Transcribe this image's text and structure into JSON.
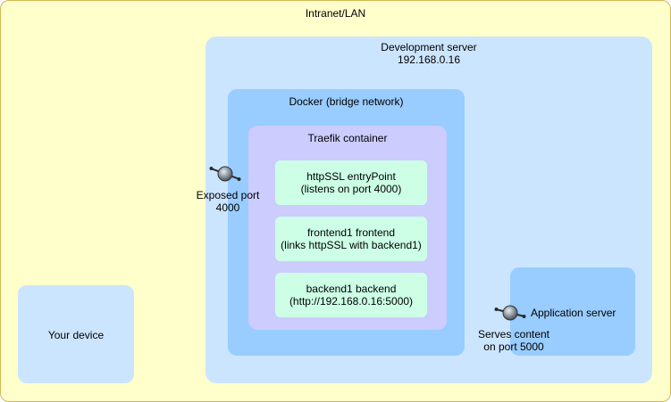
{
  "intranet": {
    "label": "Intranet/LAN"
  },
  "dev_server": {
    "title": "Development server",
    "ip": "192.168.0.16"
  },
  "docker": {
    "label": "Docker (bridge network)"
  },
  "traefik": {
    "label": "Traefik container",
    "components": [
      {
        "line1": "httpSSL entryPoint",
        "line2": "(listens on port 4000)"
      },
      {
        "line1": "frontend1 frontend",
        "line2": "(links httpSSL with backend1)"
      },
      {
        "line1": "backend1 backend",
        "line2": "(http://192.168.0.16:5000)"
      }
    ]
  },
  "exposed_port": {
    "line1": "Exposed port",
    "line2": "4000",
    "icon": "port-icon"
  },
  "app_server": {
    "label": "Application server",
    "note_line1": "Serves content",
    "note_line2": "on port 5000",
    "icon": "port-icon"
  },
  "device": {
    "label": "Your device"
  },
  "colors": {
    "lan_fill": "#ffffcc",
    "lan_border": "#d6b656",
    "server_fill": "#cce5ff",
    "docker_fill": "#99ccff",
    "traefik_fill": "#ccccff",
    "component_fill": "#ccffe6"
  }
}
